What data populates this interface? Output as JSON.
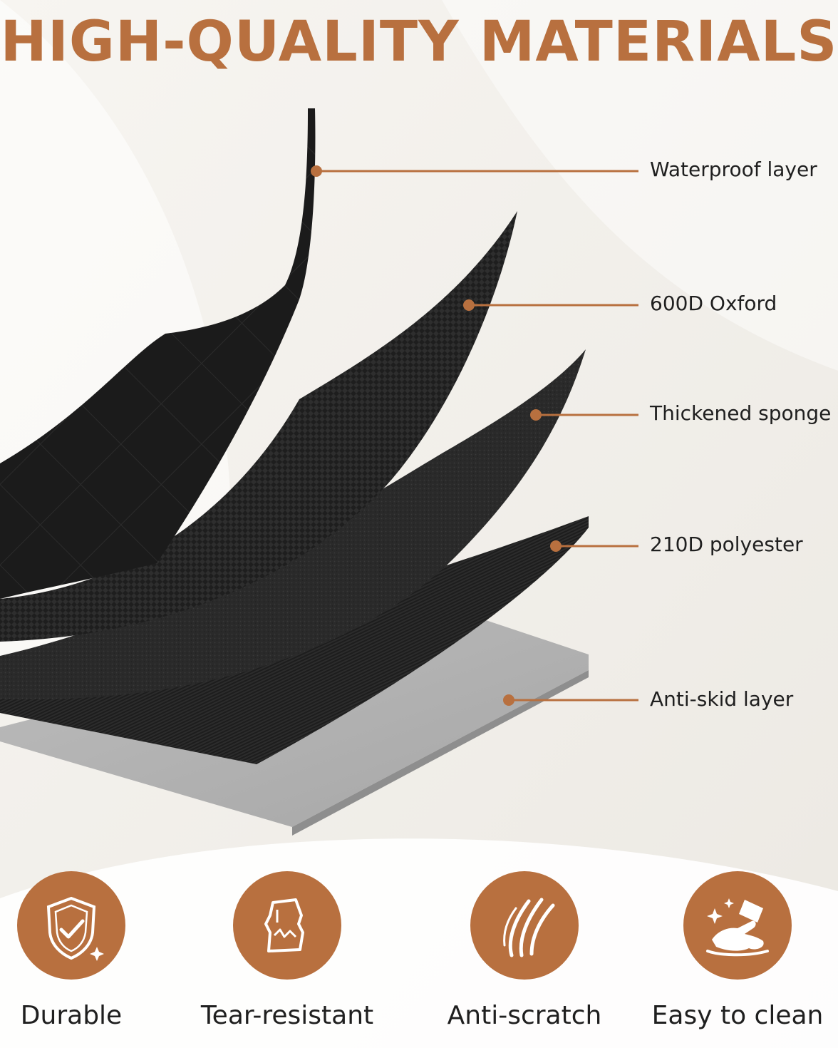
{
  "title": "HIGH-QUALITY MATERIALS",
  "colors": {
    "accent": "#b8703f",
    "layer_black": "#1a1a1a",
    "sponge": "#2a2a2a",
    "base_gray": "#aeaeae",
    "text": "#1f1f1f"
  },
  "layers": [
    {
      "label": "Waterproof layer"
    },
    {
      "label": "600D Oxford"
    },
    {
      "label": "Thickened sponge"
    },
    {
      "label": "210D polyester"
    },
    {
      "label": "Anti-skid layer"
    }
  ],
  "features": [
    {
      "label": "Durable",
      "icon": "shield-check-icon"
    },
    {
      "label": "Tear-resistant",
      "icon": "torn-paper-icon"
    },
    {
      "label": "Anti-scratch",
      "icon": "scratch-marks-icon"
    },
    {
      "label": "Easy to clean",
      "icon": "hand-wiping-icon"
    }
  ]
}
